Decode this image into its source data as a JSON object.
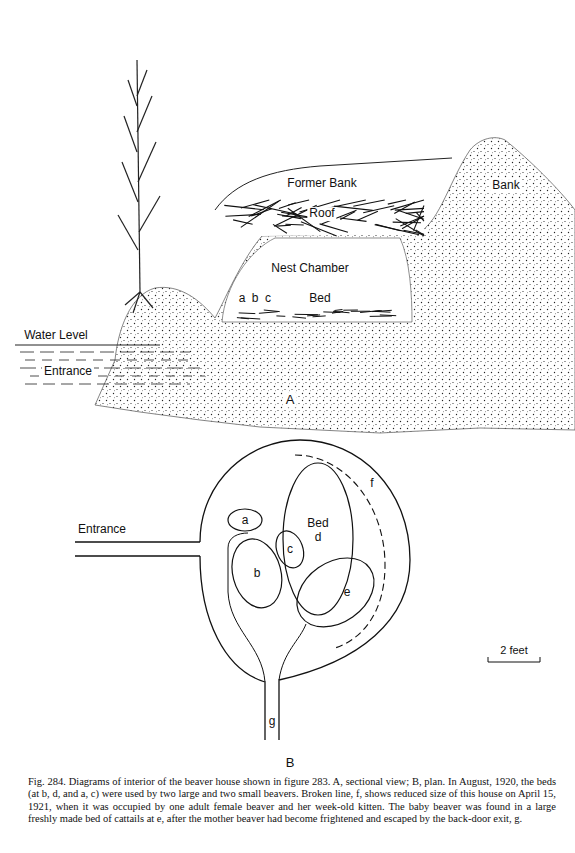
{
  "diagram": {
    "caption": "Fig. 284. Diagrams of interior of the beaver house shown in figure 283. A, sectional view; B, plan. In August, 1920, the beds (at b, d, and a, c) were used by two large and two small beavers. Broken line, f, shows reduced size of this house on April 15, 1921, when it was occupied by one adult female beaver and her week-old kitten. The baby beaver was found in a large freshly made bed of cattails at e, after the mother beaver had become frightened and escaped by the back-door exit, g.",
    "nodes": [
      {
        "text": [
          "Nest Chamber",
          "a",
          "b",
          "c",
          "Bed"
        ]
      },
      {
        "text": [
          "a"
        ]
      },
      {
        "text": [
          "b"
        ]
      },
      {
        "text": [
          "c"
        ]
      },
      {
        "text": [
          "Bed",
          "d"
        ]
      },
      {
        "text": [
          "e"
        ]
      }
    ],
    "labels": [
      "Former Bank",
      "Roof",
      "Bank",
      "Water Level",
      "Entrance",
      "A",
      "Entrance",
      "f",
      "g",
      "2 feet",
      "B"
    ]
  }
}
